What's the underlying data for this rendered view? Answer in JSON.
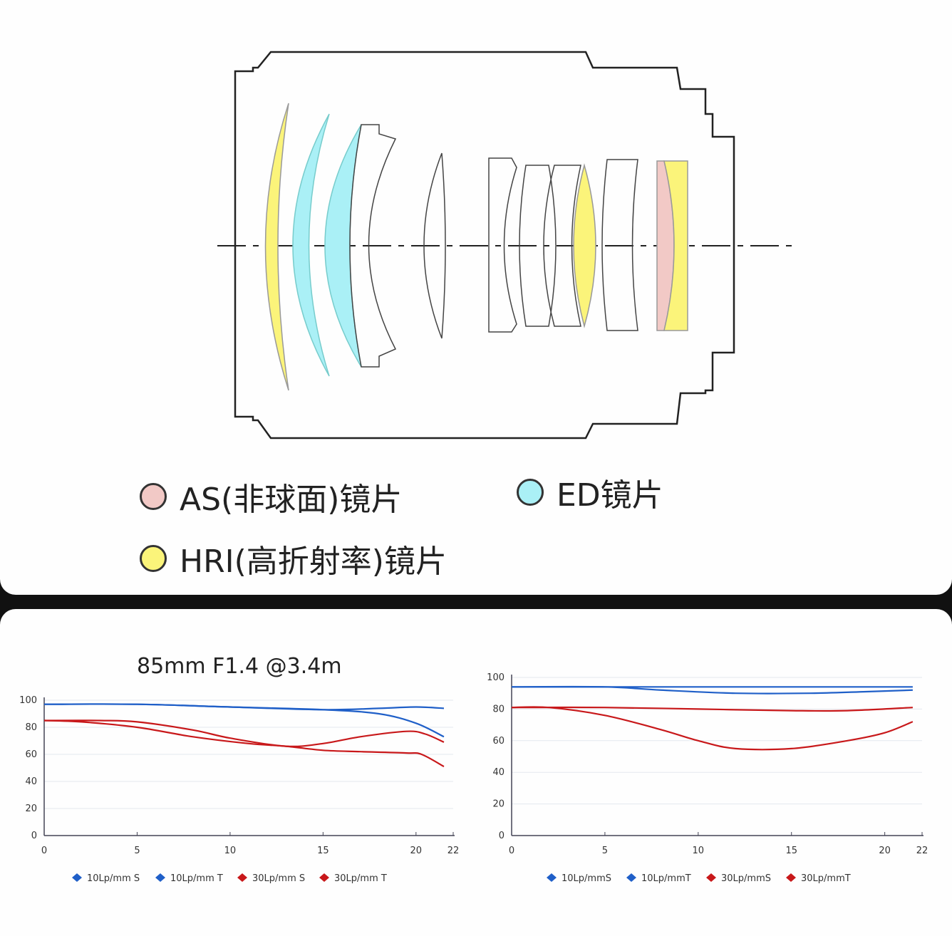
{
  "diagram": {
    "legend": [
      {
        "label": "AS(非球面)镜片",
        "color": "#f2c9c6"
      },
      {
        "label": "ED镜片",
        "color": "#aaf0f6"
      },
      {
        "label": "HRI(高折射率)镜片",
        "color": "#fbf47a"
      }
    ]
  },
  "chart_title": "85mm F1.4  @3.4m",
  "chart_data": [
    {
      "type": "line",
      "title": "85mm F1.4  @3.4m",
      "xlim": [
        0,
        22
      ],
      "ylim": [
        0,
        100
      ],
      "xticks": [
        "0",
        "5",
        "10",
        "15",
        "20",
        "22"
      ],
      "yticks": [
        "0",
        "20",
        "40",
        "60",
        "80",
        "100"
      ],
      "grid": true,
      "legend_position": "bottom",
      "series": [
        {
          "name": "10Lp/mm S",
          "color": "#1f5fc8",
          "x": [
            0,
            5,
            10,
            15,
            18,
            20,
            21.5
          ],
          "y": [
            97,
            97,
            95,
            93,
            94,
            95,
            94
          ]
        },
        {
          "name": "10Lp/mm T",
          "color": "#1f5fc8",
          "x": [
            0,
            5,
            10,
            15,
            18,
            20,
            21.5
          ],
          "y": [
            97,
            97,
            95,
            93,
            90,
            83,
            73
          ]
        },
        {
          "name": "30Lp/mm S",
          "color": "#c8181a",
          "x": [
            0,
            3,
            5,
            8,
            10,
            13,
            15,
            17,
            19.5,
            20.5,
            21.5
          ],
          "y": [
            85,
            85,
            84,
            78,
            72,
            66,
            68,
            73,
            77,
            75,
            69
          ]
        },
        {
          "name": "30Lp/mm T",
          "color": "#c8181a",
          "x": [
            0,
            2,
            5,
            8,
            11,
            13,
            15,
            17,
            19.5,
            20.3,
            21.5
          ],
          "y": [
            85,
            84,
            80,
            73,
            68,
            66,
            63,
            62,
            61,
            60,
            51
          ]
        }
      ]
    },
    {
      "type": "line",
      "title": "",
      "xlim": [
        0,
        22
      ],
      "ylim": [
        0,
        100
      ],
      "xticks": [
        "0",
        "5",
        "10",
        "15",
        "20",
        "22"
      ],
      "yticks": [
        "0",
        "20",
        "40",
        "60",
        "80",
        "100"
      ],
      "grid": true,
      "legend_position": "bottom",
      "series": [
        {
          "name": "10Lp/mmS",
          "color": "#1f5fc8",
          "x": [
            0,
            5,
            10,
            15,
            21.5
          ],
          "y": [
            94,
            94,
            94,
            94,
            94
          ]
        },
        {
          "name": "10Lp/mmT",
          "color": "#1f5fc8",
          "x": [
            0,
            5,
            8,
            12,
            16,
            19,
            21.5
          ],
          "y": [
            94,
            94,
            92,
            90,
            90,
            91,
            92
          ]
        },
        {
          "name": "30Lp/mmS",
          "color": "#c8181a",
          "x": [
            0,
            5,
            10,
            15,
            18,
            21.5
          ],
          "y": [
            81,
            81,
            80,
            79,
            79,
            81
          ]
        },
        {
          "name": "30Lp/mmT",
          "color": "#c8181a",
          "x": [
            0,
            2,
            5,
            8,
            10,
            12,
            15,
            18,
            20,
            21.5
          ],
          "y": [
            81,
            81,
            76,
            67,
            60,
            55,
            55,
            60,
            65,
            72
          ]
        }
      ]
    }
  ]
}
